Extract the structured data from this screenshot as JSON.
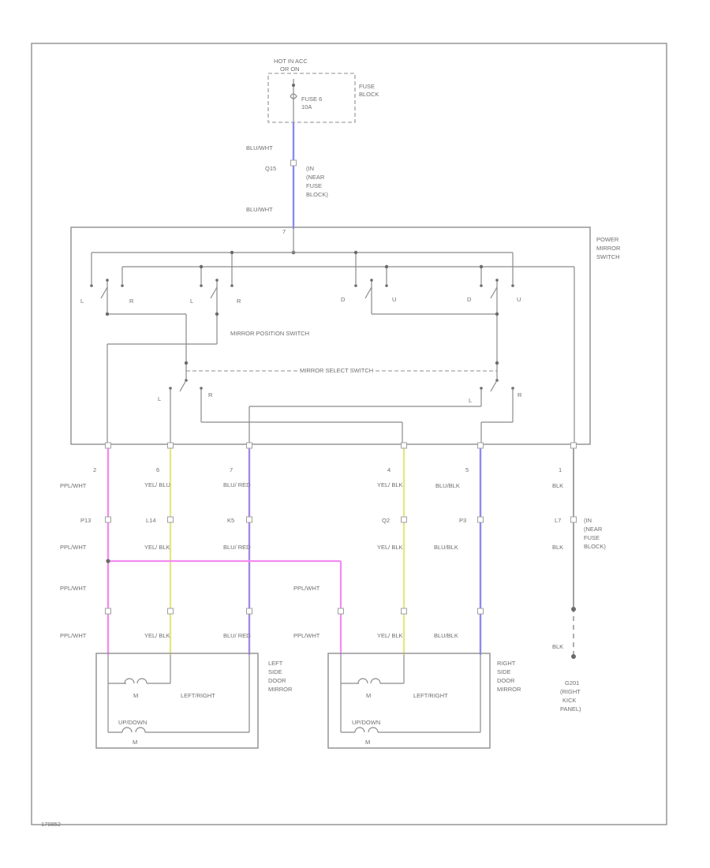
{
  "fuse": {
    "supply_line1": "HOT IN ACC",
    "supply_line2": "OR ON",
    "fuse_line1": "FUSE 6",
    "fuse_line2": "10A",
    "block_line1": "FUSE",
    "block_line2": "BLOCK"
  },
  "top_wire": {
    "color_upper": "BLU/WHT",
    "connector": "Q15",
    "color_lower": "BLU/WHT",
    "note_lines": [
      "(IN",
      "(NEAR",
      "FUSE",
      "BLOCK)"
    ]
  },
  "power_mirror_switch": {
    "label_lines": [
      "POWER",
      "MIRROR",
      "SWITCH"
    ],
    "position_switch_label": "MIRROR POSITION SWITCH",
    "select_switch_label": "MIRROR SELECT SWITCH",
    "contact_letters": [
      "L",
      "R",
      "L",
      "R",
      "D",
      "U",
      "D",
      "U"
    ],
    "select_letters": [
      "L",
      "R",
      "L",
      "R"
    ]
  },
  "wires": [
    {
      "pin": "2",
      "color": "PPL/WHT",
      "connector": "P13",
      "color2": "PPL/WHT",
      "wire_hex": "#f48cf0"
    },
    {
      "pin": "6",
      "color": "YEL/ BLU",
      "connector": "L14",
      "color2": "YEL/ BLK",
      "wire_hex": "#e6e68a"
    },
    {
      "pin": "7",
      "color": "BLU/ RED",
      "connector": "K5",
      "color2": "BLU/ RED",
      "wire_hex": "#a887e6"
    },
    {
      "pin": "4",
      "color": "YEL/ BLK",
      "connector": "Q2",
      "color2": "YEL/ BLK",
      "wire_hex": "#e6e68a"
    },
    {
      "pin": "5",
      "color": "BLU/BLK",
      "connector": "P3",
      "color2": "BLU/BLK",
      "wire_hex": "#8a8af0"
    },
    {
      "pin": "1",
      "color": "BLK",
      "connector": "L7",
      "color2": "BLK",
      "wire_hex": "#8a8a8a"
    }
  ],
  "lower_labels": {
    "left_ppl_1": "PPL/WHT",
    "left_ppl_2": "PPL/WHT",
    "left_yel_1": "YEL/ BLK",
    "left_blu_1": "BLU/ RED",
    "cross_ppl_1": "PPL/WHT",
    "cross_ppl_2": "PPL/WHT",
    "right_yel": "YEL/ BLK",
    "right_blu": "BLU/BLK",
    "blk_1": "BLK"
  },
  "ground_note_lines": [
    "(IN",
    "(NEAR",
    "FUSE",
    "BLOCK)"
  ],
  "ground": {
    "id_lines": [
      "G201",
      "(RIGHT",
      "KICK",
      "PANEL)"
    ]
  },
  "left_mirror": {
    "label_lines": [
      "LEFT",
      "SIDE",
      "DOOR",
      "MIRROR"
    ],
    "lr_label": "LEFT/RIGHT",
    "ud_label": "UP/DOWN",
    "motor": "M"
  },
  "right_mirror": {
    "label_lines": [
      "RIGHT",
      "SIDE",
      "DOOR",
      "MIRROR"
    ],
    "lr_label": "LEFT/RIGHT",
    "ud_label": "UP/DOWN",
    "motor": "M"
  },
  "figure_id": "179852"
}
